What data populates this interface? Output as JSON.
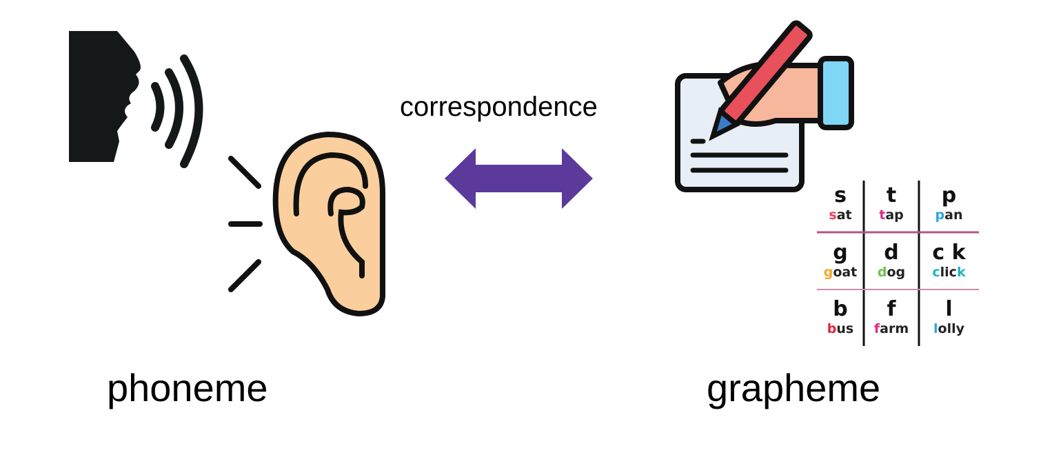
{
  "labels": {
    "phoneme": "phoneme",
    "grapheme": "grapheme",
    "correspondence": "correspondence"
  },
  "colors": {
    "arrow": "#5b3a9b",
    "ear": "#fbcf9d",
    "pencil": "#e8505b",
    "cuff": "#7fd6f7",
    "hand": "#f7b79c",
    "paper": "#e8eef5"
  },
  "icons": [
    "speaking-head-icon",
    "sound-waves-icon",
    "ear-icon",
    "writing-hand-icon",
    "double-arrow-icon"
  ],
  "grid": [
    {
      "grapheme": "s",
      "hl": "s",
      "rest": "at",
      "hl_color": "#e8425a"
    },
    {
      "grapheme": "t",
      "hl": "t",
      "rest": "ap",
      "hl_color": "#e6297f"
    },
    {
      "grapheme": "p",
      "hl": "p",
      "rest": "an",
      "hl_color": "#2aa6e0"
    },
    {
      "grapheme": "g",
      "hl": "g",
      "rest": "oat",
      "hl_color": "#f4a92a"
    },
    {
      "grapheme": "d",
      "hl": "d",
      "rest": "og",
      "hl_color": "#6cc04a"
    },
    {
      "grapheme": "c k",
      "hl": "c",
      "rest": "lic",
      "tail": "k",
      "hl_color": "#1bb5c2"
    },
    {
      "grapheme": "b",
      "hl": "b",
      "rest": "us",
      "hl_color": "#e5243b"
    },
    {
      "grapheme": "f",
      "hl": "f",
      "rest": "arm",
      "hl_color": "#e6297f"
    },
    {
      "grapheme": "l",
      "hl": "l",
      "rest": "olly",
      "hl_color": "#2aa6e0"
    }
  ]
}
